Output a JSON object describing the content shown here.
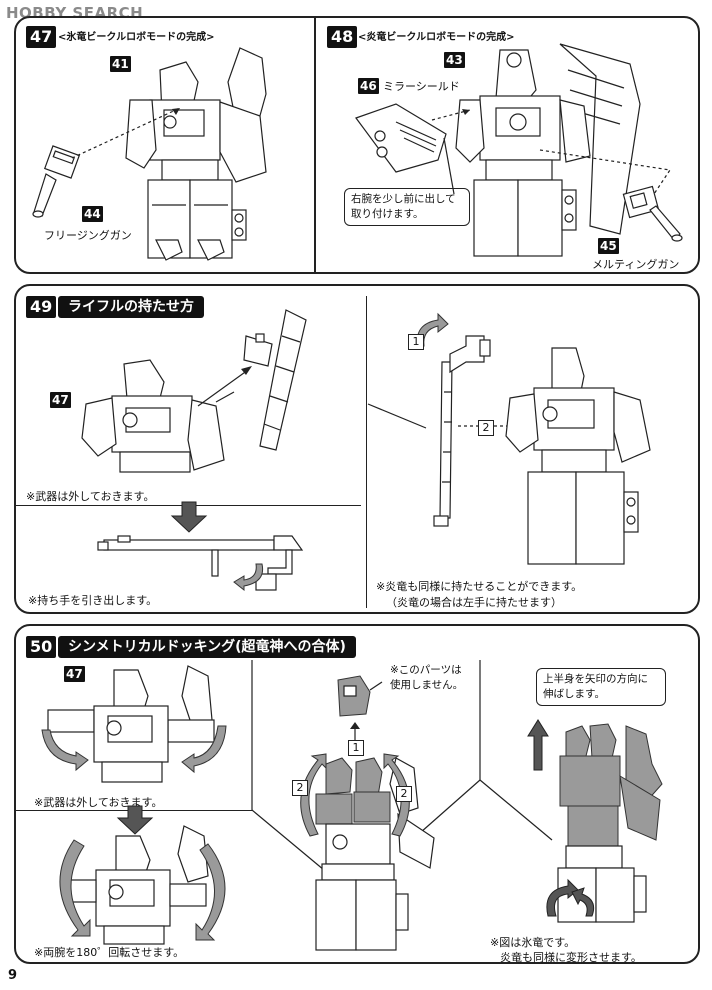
{
  "watermark": "HOBBY SEARCH",
  "page_number": "9",
  "step47": {
    "num": "47",
    "title": "<氷竜ビークルロボモードの完成>",
    "tag_top": "41",
    "tag_part": "44",
    "part_label": "フリージングガン"
  },
  "step48": {
    "num": "48",
    "title": "<炎竜ビークルロボモードの完成>",
    "tag_top": "43",
    "tag_shield": "46",
    "shield_label": "ミラーシールド",
    "callout": [
      "右腕を少し前に出して",
      "取り付けます。"
    ],
    "tag_part": "45",
    "part_label": "メルティングガン"
  },
  "step49": {
    "num": "49",
    "title": "ライフルの持たせ方",
    "tag_robot": "47",
    "note_weapon": "※武器は外しておきます。",
    "note_grip": "※持ち手を引き出します。",
    "order_1": "1",
    "order_2": "2",
    "note_fire": [
      "※炎竜も同様に持たせることができます。",
      "（炎竜の場合は左手に持たせます）"
    ]
  },
  "step50": {
    "num": "50",
    "title": "シンメトリカルドッキング(超竜神への合体)",
    "tag_robot": "47",
    "note_weapon": "※武器は外しておきます。",
    "note_rotate": "※両腕を180゜回転させます。",
    "callout_parts": [
      "※このパーツは",
      "使用しません。"
    ],
    "order_1": "1",
    "order_2a": "2",
    "order_2b": "2",
    "callout_extend": [
      "上半身を矢印の方向に",
      "伸ばします。"
    ],
    "note_figure": [
      "※図は氷竜です。",
      "炎竜も同様に変形させます。"
    ]
  }
}
